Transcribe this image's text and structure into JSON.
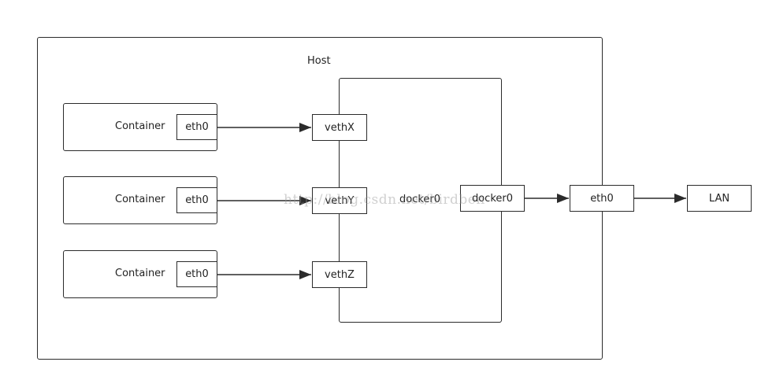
{
  "host": {
    "label": "Host"
  },
  "bridge": {
    "label": "docker0"
  },
  "containers": [
    {
      "label": "Container",
      "iface": "eth0",
      "veth": "vethX"
    },
    {
      "label": "Container",
      "iface": "eth0",
      "veth": "vethY"
    },
    {
      "label": "Container",
      "iface": "eth0",
      "veth": "vethZ"
    }
  ],
  "bridge_port": {
    "label": "docker0"
  },
  "host_eth": {
    "label": "eth0"
  },
  "lan": {
    "label": "LAN"
  },
  "watermark": "http://blog.csdn.net/birdben",
  "colors": {
    "stroke": "#2b2b2b",
    "background": "#ffffff"
  }
}
